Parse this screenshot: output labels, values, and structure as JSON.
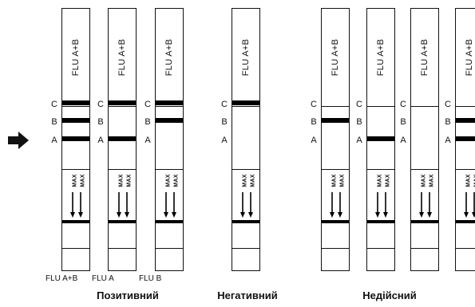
{
  "strip_label": "FLU A+B",
  "max_label": "MAX",
  "line_letters": [
    "C",
    "B",
    "A"
  ],
  "groups": [
    {
      "title": "Позитивний",
      "strips": [
        {
          "caption": "FLU A+B",
          "lines": {
            "C": true,
            "B": true,
            "A": true
          }
        },
        {
          "caption": "FLU A",
          "lines": {
            "C": true,
            "B": false,
            "A": true
          }
        },
        {
          "caption": "FLU B",
          "lines": {
            "C": true,
            "B": true,
            "A": false
          }
        }
      ]
    },
    {
      "title": "Негативний",
      "strips": [
        {
          "caption": "",
          "lines": {
            "C": true,
            "B": false,
            "A": false
          }
        }
      ]
    },
    {
      "title": "Недійсний",
      "strips": [
        {
          "caption": "",
          "lines": {
            "C": false,
            "B": true,
            "A": false
          }
        },
        {
          "caption": "",
          "lines": {
            "C": false,
            "B": false,
            "A": true
          }
        },
        {
          "caption": "",
          "lines": {
            "C": false,
            "B": false,
            "A": false
          }
        },
        {
          "caption": "",
          "lines": {
            "C": false,
            "B": true,
            "A": true
          }
        }
      ]
    }
  ],
  "colors": {
    "ink": "#000000",
    "background": "#ffffff"
  },
  "icons": {
    "pointer": "right-arrow-icon"
  }
}
